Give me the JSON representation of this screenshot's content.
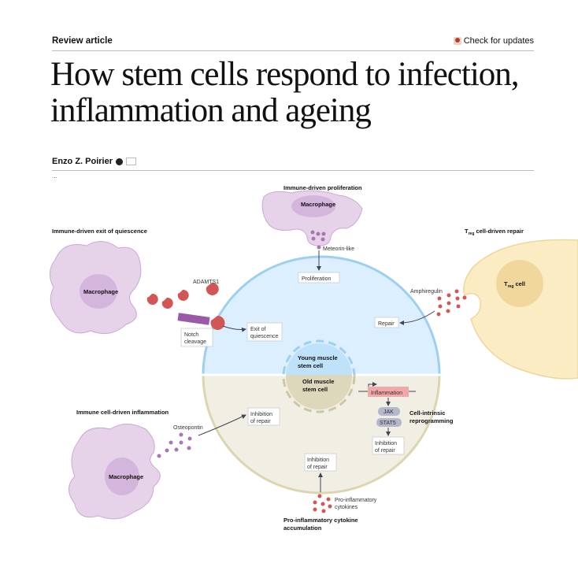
{
  "header": {
    "kicker": "Review article",
    "check_updates": "Check for updates",
    "title_line1": "How stem cells respond to infection,",
    "title_line2": "inflammation and ageing",
    "author": "Enzo Z. Poirier",
    "truncated_text": "..."
  },
  "figure": {
    "sections": {
      "proliferation": "Immune-driven proliferation",
      "quiescence": "Immune-driven exit of quiescence",
      "treg_repair_pre": "T",
      "treg_repair_sub": "reg",
      "treg_repair_post": " cell-driven repair",
      "inflammation": "Immune cell-driven inflammation",
      "cell_intrinsic_1": "Cell-intrinsic",
      "cell_intrinsic_2": "reprogramming",
      "cytokine_1": "Pro-inflammatory cytokine",
      "cytokine_2": "accumulation"
    },
    "cells": {
      "macrophage": "Macrophage",
      "treg_pre": "T",
      "treg_sub": "reg",
      "treg_post": " cell",
      "young_1": "Young muscle",
      "young_2": "stem cell",
      "old_1": "Old muscle",
      "old_2": "stem cell"
    },
    "molecules": {
      "meteorin": "Meteorin-like",
      "adamts1": "ADAMTS1",
      "amphiregulin": "Amphiregulin",
      "osteopontin": "Osteopontin",
      "cytokines_1": "Pro-inflammatory",
      "cytokines_2": "cytokines",
      "jak": "JAK",
      "stat5": "STAT5"
    },
    "boxes": {
      "proliferation": "Proliferation",
      "exit_1": "Exit of",
      "exit_2": "quiescence",
      "notch_1": "Notch",
      "notch_2": "cleavage",
      "repair": "Repair",
      "inflammation": "Inflammation",
      "inhibition_1": "Inhibition",
      "inhibition_2": "of repair"
    },
    "colors": {
      "macrophage": "#e6d3ea",
      "young_cell": "#dcefff",
      "old_cell": "#f1efe3",
      "treg": "#fbecc4",
      "red_protein": "#d35656",
      "purple_dot": "#a678b0",
      "inflammation_box": "#f2a8a8"
    }
  }
}
